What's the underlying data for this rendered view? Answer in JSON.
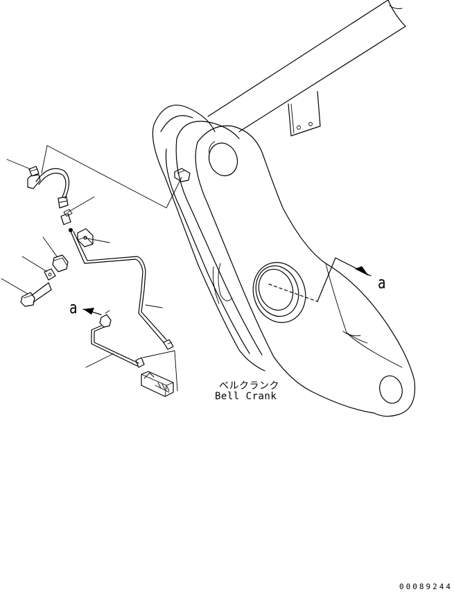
{
  "labels": {
    "bell_crank_jp": "ベルクランク",
    "bell_crank_en": "Bell Crank",
    "view_mark_right": "a",
    "view_mark_left": "a",
    "part_number": "00089244"
  },
  "colors": {
    "line": "#000000",
    "background": "#ffffff"
  }
}
